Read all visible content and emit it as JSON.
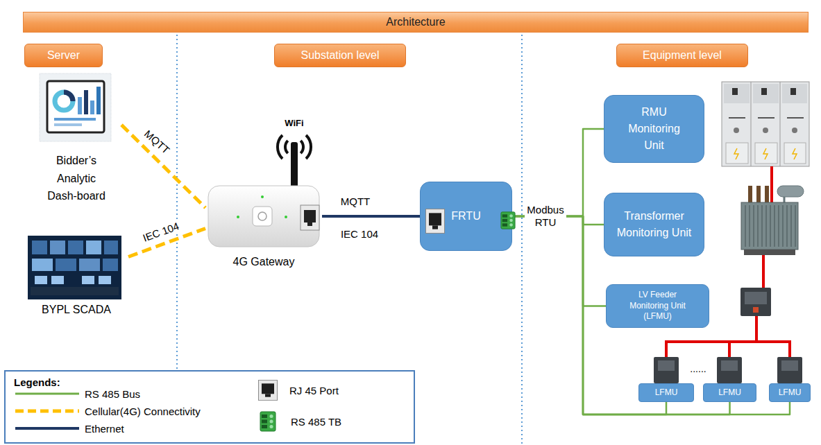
{
  "diagram": {
    "title": "Architecture",
    "nodes": [
      {
        "text": [
          "Server"
        ]
      },
      {
        "text": [
          "Substation level"
        ]
      },
      {
        "text": [
          "Equipment level"
        ]
      },
      {
        "text": [
          "Bidder’s Analytic Dash-board"
        ]
      },
      {
        "text": [
          "BYPL SCADA"
        ]
      },
      {
        "text": [
          "4G Gateway"
        ]
      },
      {
        "text": [
          "FRTU"
        ]
      },
      {
        "text": [
          "RMU Monitoring Unit"
        ]
      },
      {
        "text": [
          "Transformer Monitoring Unit"
        ]
      },
      {
        "text": [
          "LV Feeder Monitoring Unit (LFMU)"
        ]
      },
      {
        "text": [
          "LFMU"
        ]
      },
      {
        "text": [
          "LFMU"
        ]
      },
      {
        "text": [
          "LFMU"
        ]
      }
    ],
    "edges": [
      {
        "from": 3,
        "to": 5,
        "label": "MQTT",
        "arrow": "none"
      },
      {
        "from": 4,
        "to": 5,
        "label": "IEC 104",
        "arrow": "none"
      },
      {
        "from": 5,
        "to": 6,
        "label": "MQTT",
        "arrow": "none"
      },
      {
        "from": 6,
        "to": 7,
        "label": "Modbus RTU",
        "arrow": "none"
      },
      {
        "from": 6,
        "to": 8,
        "arrow": "none"
      },
      {
        "from": 6,
        "to": 9,
        "arrow": "none"
      },
      {
        "from": 6,
        "to": 10,
        "arrow": "none"
      },
      {
        "from": 6,
        "to": 11,
        "arrow": "none"
      },
      {
        "from": 6,
        "to": 12,
        "arrow": "none"
      }
    ],
    "labels": [
      "WiFi",
      "IEC 104",
      "......",
      "Legends:"
    ],
    "legend": [
      {
        "text": "RS 485 Bus"
      },
      {
        "text": "Cellular(4G) Connectivity"
      },
      {
        "text": "Ethernet"
      },
      {
        "text": "RJ 45 Port"
      },
      {
        "text": "RS 485 TB"
      }
    ]
  }
}
